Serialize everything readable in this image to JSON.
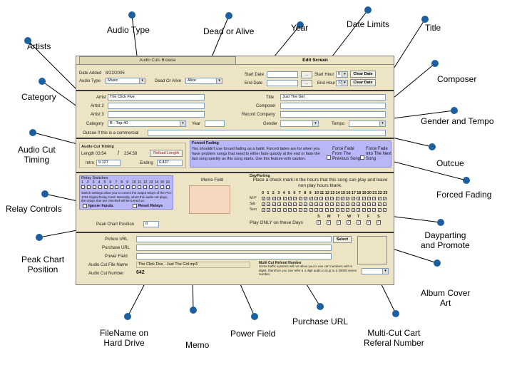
{
  "callouts": {
    "audio_type": "Audio Type",
    "dead_or_alive": "Dead or Alive",
    "year": "Year",
    "date_limits": "Date Limits",
    "title": "Title",
    "artists": "Artists",
    "composer": "Composer",
    "category": "Category",
    "gender_tempo": "Gender and Tempo",
    "audio_cut_timing": [
      "Audio Cut",
      "Timing"
    ],
    "outcue": "Outcue",
    "forced_fading": "Forced Fading",
    "relay_controls": "Relay Controls",
    "dayparting": [
      "Dayparting",
      "and Promote"
    ],
    "peak_chart": [
      "Peak Chart",
      "Position"
    ],
    "album_cover": [
      "Album Cover",
      "Art"
    ],
    "filename": [
      "FileName on",
      "Hard Drive"
    ],
    "memo": "Memo",
    "power_field": "Power Field",
    "purchase_url": "Purchase URL",
    "multi_cut": [
      "Multi-Cut Cart",
      "Referal Number"
    ]
  },
  "window": {
    "tab_browse": "Audio Cuts Browse",
    "tab_edit": "Edit Screen",
    "date_added_label": "Date Added",
    "date_added_value": "8/22/2005",
    "audio_type_label": "Audio Type",
    "audio_type_value": "Music",
    "dead_or_alive_label": "Dead Or Alive",
    "dead_or_alive_value": "Alive",
    "start_date_label": "Start Date",
    "end_date_label": "End Date",
    "start_hour_label": "Start Hour",
    "start_hour_value": "0",
    "end_hour_label": "End Hour",
    "end_hour_value": "23",
    "ellipsis": "...",
    "clear_date": "Clear Date",
    "artist_label": "Artist",
    "artist_value": "The Click Five",
    "artist2_label": "Artist 2",
    "artist3_label": "Artist 3",
    "category_label": "Category",
    "category_value": "B - Top-40",
    "year_label": "Year",
    "title_label": "Title",
    "title_value": "Just The Girl",
    "composer_label": "Composer",
    "record_company_label": "Record Company",
    "gender_label": "Gender",
    "tempo_label": "Tempo",
    "outcue_label": "Outcue if this is a commercial",
    "timing_header": "Audio Cut Timing",
    "length_label": "Length",
    "length_value": "03:54",
    "slash": "/",
    "length_secs": "234.58",
    "reload_length": "Reload Length",
    "intro_label": "Intro",
    "intro_value": "9.127",
    "ending_label": "Ending",
    "ending_value": "6.437",
    "forced_fading_header": "Forced Fading",
    "forced_fading_text": "You shouldn't use forced fading as a habit.  Forced fades are for when you have problem songs that need to either fade quickly at the end or fade the last song quickly as this song starts.  Use this feature with caution.",
    "force_fade_prev": "Force Fade From The Previous Song",
    "force_fade_next": "Force Fade Into The Next Song",
    "relay_header": "Relay Switches",
    "relay_numbers": [
      "1",
      "2",
      "3",
      "4",
      "5",
      "6",
      "7",
      "8",
      "9",
      "10",
      "11",
      "12",
      "13",
      "14",
      "15",
      "16"
    ],
    "relay_text": "Switch settings allow you to control the output relays of the PCI-1761 Digital Relay Card.  Basically, when this audio cut plays, the relays that are checked will be turned on.",
    "ignore_inputs": "Ignore Inputs",
    "reset_relays": "Reset Relays",
    "memo_label": "Memo Field",
    "peak_label": "Peak Chart Position",
    "peak_value": "0",
    "dayparting_header": "DayParting",
    "dayparting_text": "Place a check mark in the hours that this song can play and leave non play hours blank.",
    "hours": [
      "0",
      "1",
      "2",
      "3",
      "4",
      "5",
      "6",
      "7",
      "8",
      "9",
      "10",
      "11",
      "12",
      "13",
      "14",
      "15",
      "16",
      "17",
      "18",
      "19",
      "20",
      "21",
      "22",
      "23"
    ],
    "day_rows": [
      "M-F",
      "Sat",
      "Sun"
    ],
    "play_only_label": "Play ONLY on these Days",
    "week_days": [
      "S",
      "M",
      "T",
      "W",
      "T",
      "F",
      "S"
    ],
    "picture_url_label": "Picture URL",
    "select_button": "Select",
    "purchase_url_label": "Purchase URL",
    "power_field_label": "Power Field",
    "file_name_label": "Audio Cut File Name",
    "file_name_value": "The Click Five - Just The Girl.mp3",
    "cut_number_label": "Audio Cut Number",
    "cut_number_value": "642",
    "multi_cut_header": "Multi Cut Referal Number",
    "multi_cut_text": "Some traffic systems will not allow you to use cart numbers with 6 digits, therefore you can refer a 4 digit audio cut up to a 30000 series number."
  },
  "colors": {
    "window_bg": "#ece4c2",
    "panel_purple": "#b9b7f5",
    "memo_bg": "#f5d9bf",
    "leader_dot": "#1e5fa0"
  }
}
